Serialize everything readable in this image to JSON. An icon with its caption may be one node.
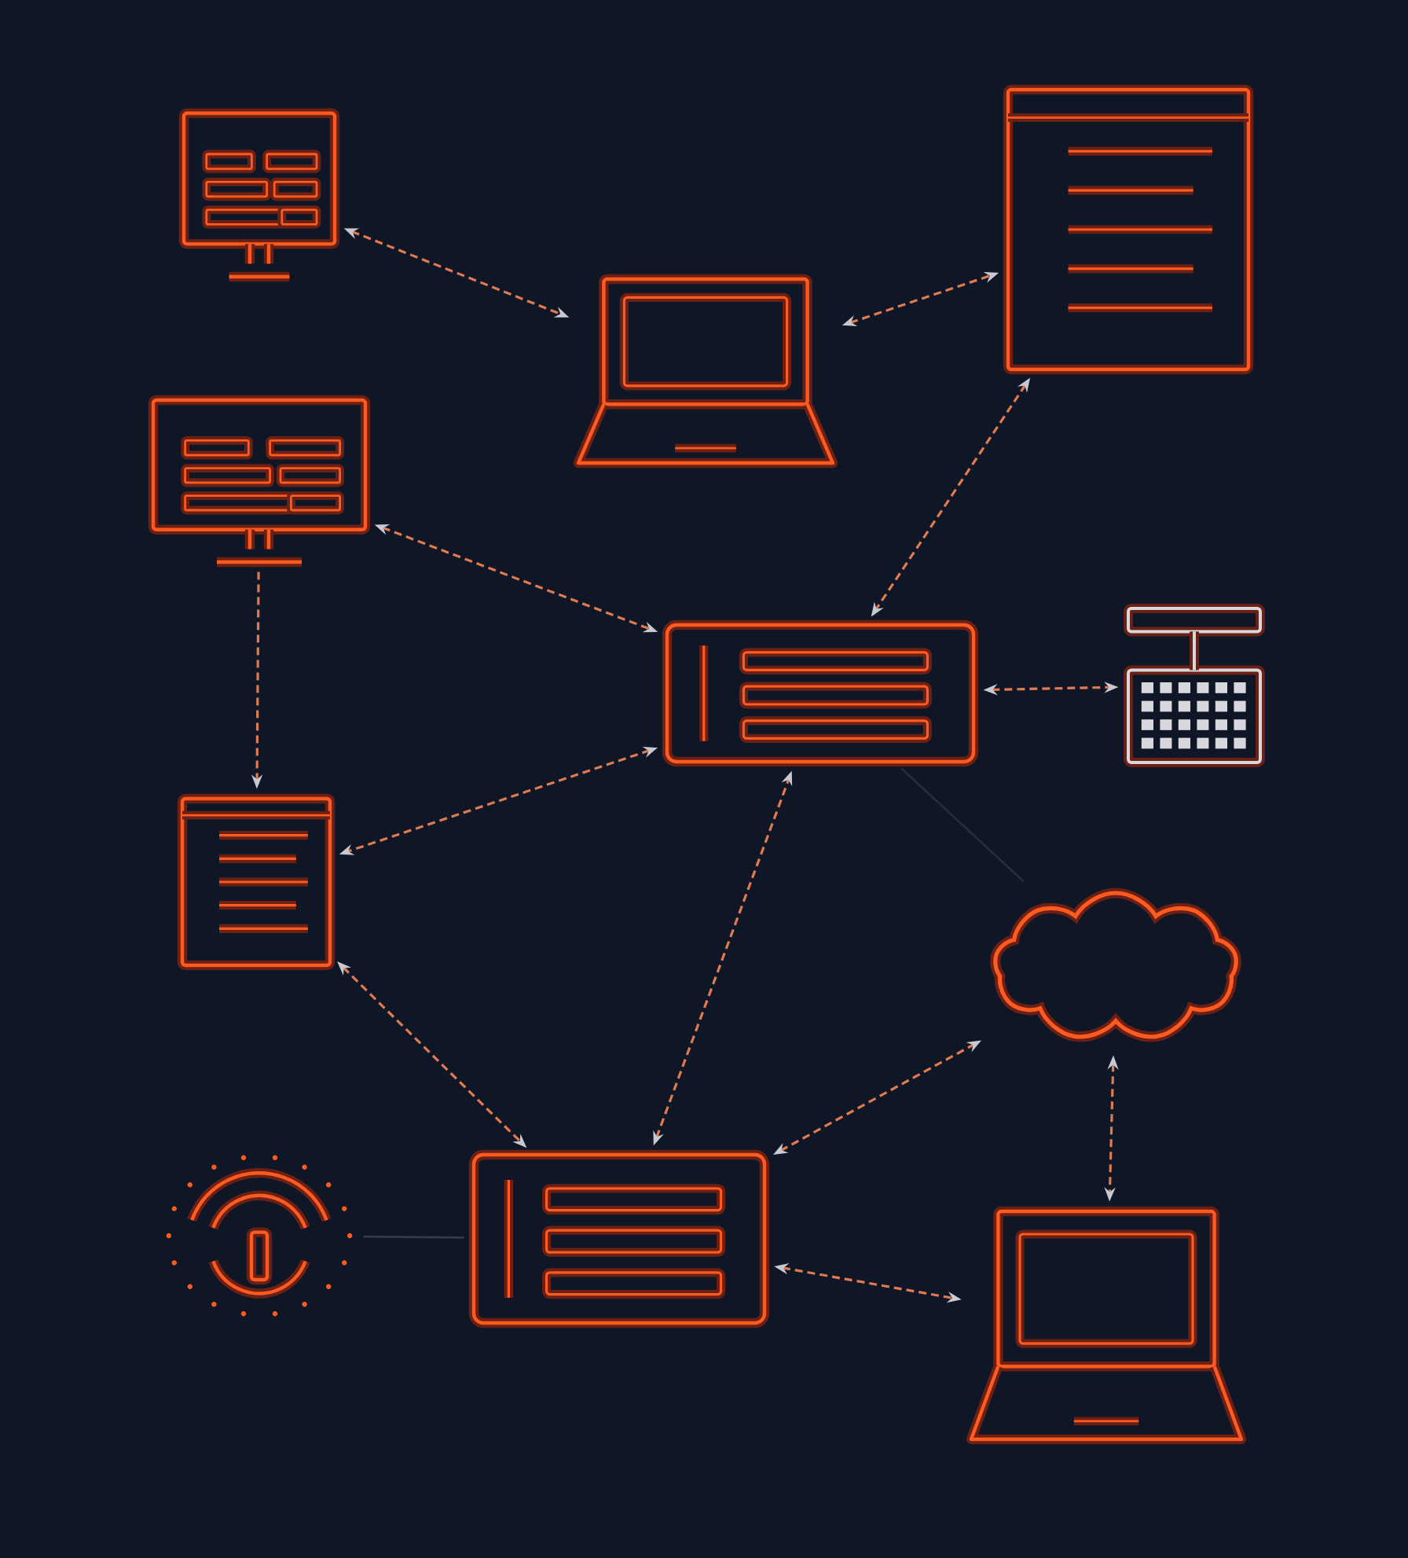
{
  "diagram": {
    "nodes": [
      {
        "text": [],
        "shape": "monitor"
      },
      {
        "text": [],
        "shape": "laptop"
      },
      {
        "text": [],
        "shape": "document"
      },
      {
        "text": [],
        "shape": "monitor"
      },
      {
        "text": [],
        "shape": "card"
      },
      {
        "text": [],
        "shape": "keyboard"
      },
      {
        "text": [],
        "shape": "document"
      },
      {
        "text": [],
        "shape": "cloud"
      },
      {
        "text": [],
        "shape": "antenna"
      },
      {
        "text": [],
        "shape": "card"
      },
      {
        "text": [],
        "shape": "laptop"
      }
    ],
    "edges": [
      {
        "from": 0,
        "to": 1,
        "arrow": "both",
        "style": "dashed"
      },
      {
        "from": 1,
        "to": 2,
        "arrow": "both",
        "style": "dashed"
      },
      {
        "from": 3,
        "to": 4,
        "arrow": "both",
        "style": "dashed"
      },
      {
        "from": 2,
        "to": 4,
        "arrow": "both",
        "style": "dashed"
      },
      {
        "from": 4,
        "to": 5,
        "arrow": "both",
        "style": "dashed"
      },
      {
        "from": 3,
        "to": 6,
        "arrow": "to",
        "style": "dashed"
      },
      {
        "from": 4,
        "to": 6,
        "arrow": "both",
        "style": "dashed"
      },
      {
        "from": 9,
        "to": 4,
        "arrow": "both",
        "style": "dashed"
      },
      {
        "from": 6,
        "to": 9,
        "arrow": "both",
        "style": "dashed"
      },
      {
        "from": 9,
        "to": 7,
        "arrow": "both",
        "style": "dashed"
      },
      {
        "from": 7,
        "to": 10,
        "arrow": "both",
        "style": "dashed"
      },
      {
        "from": 9,
        "to": 10,
        "arrow": "both",
        "style": "dashed"
      },
      {
        "from": 8,
        "to": 9,
        "arrow": "none",
        "color": "#333a48"
      },
      {
        "from": 4,
        "to": 7,
        "arrow": "none",
        "color": "#262c3a"
      }
    ]
  }
}
